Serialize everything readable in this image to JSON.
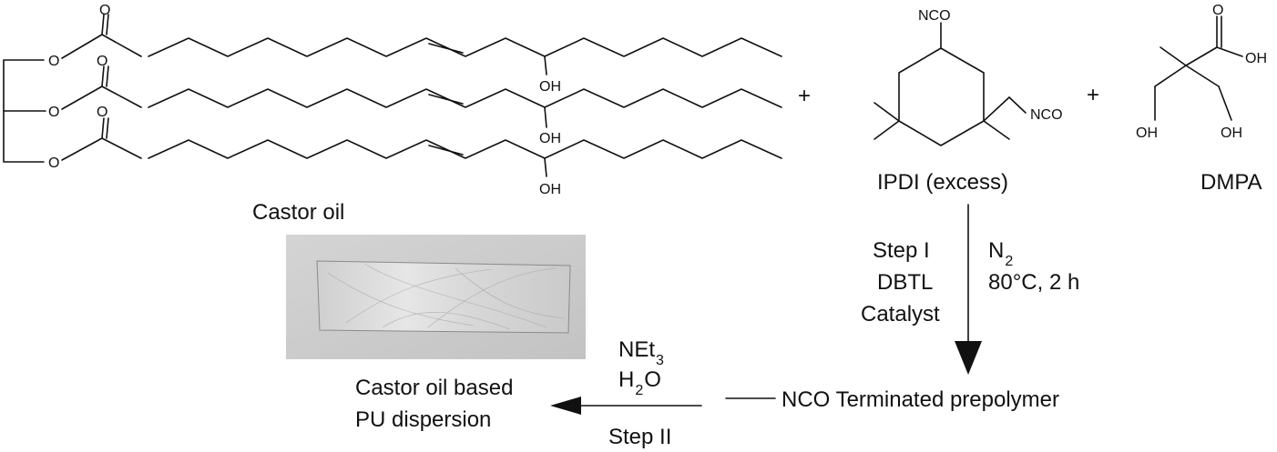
{
  "atoms": {
    "o": "O",
    "oh": "OH",
    "nco": "NCO"
  },
  "plus_sign": "+",
  "compounds": {
    "castor_oil": "Castor oil",
    "ipdi": "IPDI (excess)",
    "dmpa": "DMPA"
  },
  "step1": {
    "label": "Step I",
    "catalyst_name": "DBTL",
    "catalyst_word": "Catalyst",
    "gas": "N",
    "gas_subscript": "2",
    "conditions": "80°C, 2 h"
  },
  "prepolymer": "NCO Terminated prepolymer",
  "step2": {
    "base": "NEt",
    "base_subscript": "3",
    "water_h": "H",
    "water_subscript": "2",
    "water_o": "O",
    "label": "Step II"
  },
  "product": {
    "line1": "Castor oil based",
    "line2": "PU dispersion"
  },
  "photo": {
    "description_icon": "film-photo-icon"
  }
}
